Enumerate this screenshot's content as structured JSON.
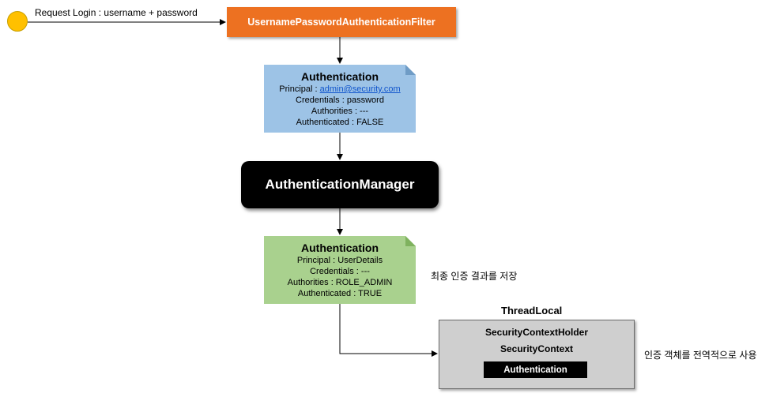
{
  "start": {
    "label": "Request Login : username + password"
  },
  "filter": {
    "label": "UsernamePasswordAuthenticationFilter"
  },
  "auth_before": {
    "title": "Authentication",
    "principal_prefix": "Principal : ",
    "principal_value": "admin@security.com",
    "credentials": "Credentials : password",
    "authorities": "Authorities : ---",
    "authenticated": "Authenticated : FALSE"
  },
  "manager": {
    "label": "AuthenticationManager"
  },
  "auth_after": {
    "title": "Authentication",
    "principal": "Principal : UserDetails",
    "credentials": "Credentials : ---",
    "authorities": "Authorities : ROLE_ADMIN",
    "authenticated": "Authenticated : TRUE"
  },
  "notes": {
    "save_result": "최종 인증 결과를 저장",
    "global_use": "인증 객체를 전역적으로 사용"
  },
  "thread_local": {
    "label": "ThreadLocal",
    "holder": "SecurityContextHolder",
    "context": "SecurityContext",
    "authentication": "Authentication"
  },
  "colors": {
    "start": "#ffc000",
    "filter": "#ed7121",
    "auth_before": "#9dc3e6",
    "auth_after": "#a9d18e",
    "manager": "#000000",
    "context": "#cfcfcf"
  }
}
